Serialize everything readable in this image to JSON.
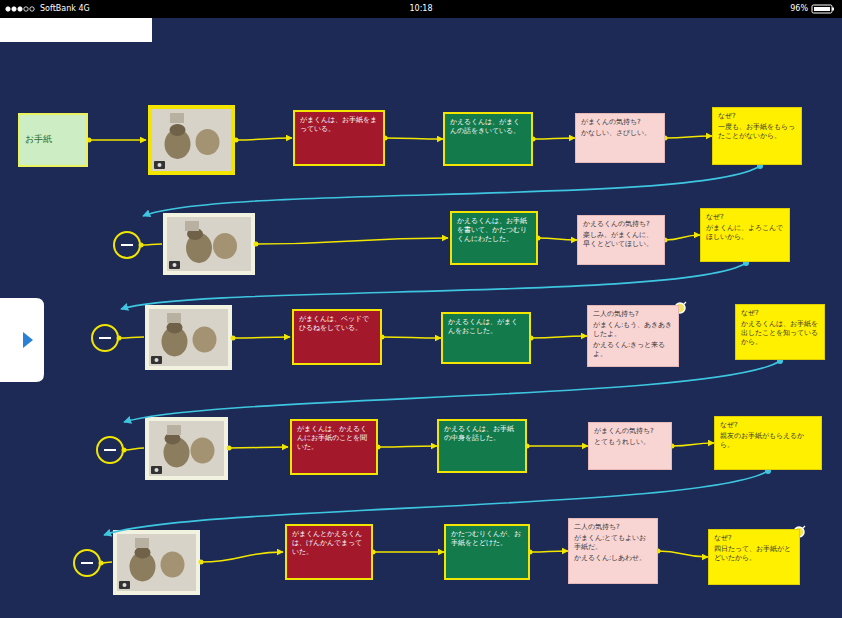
{
  "diagram": {
    "nodes": [
      {
        "text": [
          "お手紙"
        ]
      },
      {
        "text": [
          "がまくんは、お手紙をまっている。"
        ]
      },
      {
        "text": [
          "かえるくんは、がまくんの話をきいている。"
        ]
      },
      {
        "text": [
          "がまくんの気持ち?",
          "かなしい、さびしい。"
        ]
      },
      {
        "text": [
          "なぜ?",
          "一度も、お手紙をもらったことがないから。"
        ]
      },
      {
        "text": [
          "かえるくんは、お手紙を書いて、かたつむりくんにわたした。"
        ]
      },
      {
        "text": [
          "かえるくんの気持ち?",
          "楽しみ。がまくんに、早くとどいてほしい。"
        ]
      },
      {
        "text": [
          "なぜ?",
          "がまくんに、よろこんでほしいから。"
        ]
      },
      {
        "text": [
          "がまくんは、ベッドでひるねをしている。"
        ]
      },
      {
        "text": [
          "かえるくんは、がまくんをおこした。"
        ]
      },
      {
        "text": [
          "二人の気持ち?",
          "がまくん:もう、あきあきしたよ。",
          "かえるくん:きっと来るよ。"
        ]
      },
      {
        "text": [
          "なぜ?",
          "かえるくんは、お手紙を出したことを知っているから。"
        ]
      },
      {
        "text": [
          "がまくんは、かえるくんにお手紙のことを聞いた。"
        ]
      },
      {
        "text": [
          "かえるくんは、お手紙の中身を話した。"
        ]
      },
      {
        "text": [
          "がまくんの気持ち?",
          "とてもうれしい。"
        ]
      },
      {
        "text": [
          "なぜ?",
          "親友のお手紙がもらえるから。"
        ]
      },
      {
        "text": [
          "がまくんとかえるくんは、げんかんでまっていた。"
        ]
      },
      {
        "text": [
          "かたつむりくんが、お手紙をとどけた。"
        ]
      },
      {
        "text": [
          "二人の気持ち?",
          "がまくん:とてもよいお手紙だ。",
          "かえるくん:しあわせ。"
        ]
      },
      {
        "text": [
          "なぜ?",
          "四日たって、お手紙がとどいたから。"
        ]
      }
    ],
    "edges": [
      {
        "from": 1,
        "to": 2,
        "arrow": "to"
      },
      {
        "from": 2,
        "to": 3,
        "arrow": "to"
      },
      {
        "from": 3,
        "to": 4,
        "arrow": "to"
      },
      {
        "from": 5,
        "to": 6,
        "arrow": "to"
      },
      {
        "from": 6,
        "to": 7,
        "arrow": "to"
      },
      {
        "from": 8,
        "to": 9,
        "arrow": "to"
      },
      {
        "from": 9,
        "to": 10,
        "arrow": "to"
      },
      {
        "from": 12,
        "to": 13,
        "arrow": "to"
      },
      {
        "from": 13,
        "to": 14,
        "arrow": "to"
      },
      {
        "from": 14,
        "to": 15,
        "arrow": "to"
      },
      {
        "from": 16,
        "to": 17,
        "arrow": "to"
      },
      {
        "from": 17,
        "to": 18,
        "arrow": "to"
      },
      {
        "from": 18,
        "to": 19,
        "arrow": "to"
      }
    ],
    "labels": [
      "SoftBank 4G",
      "10:18",
      "96%"
    ]
  }
}
